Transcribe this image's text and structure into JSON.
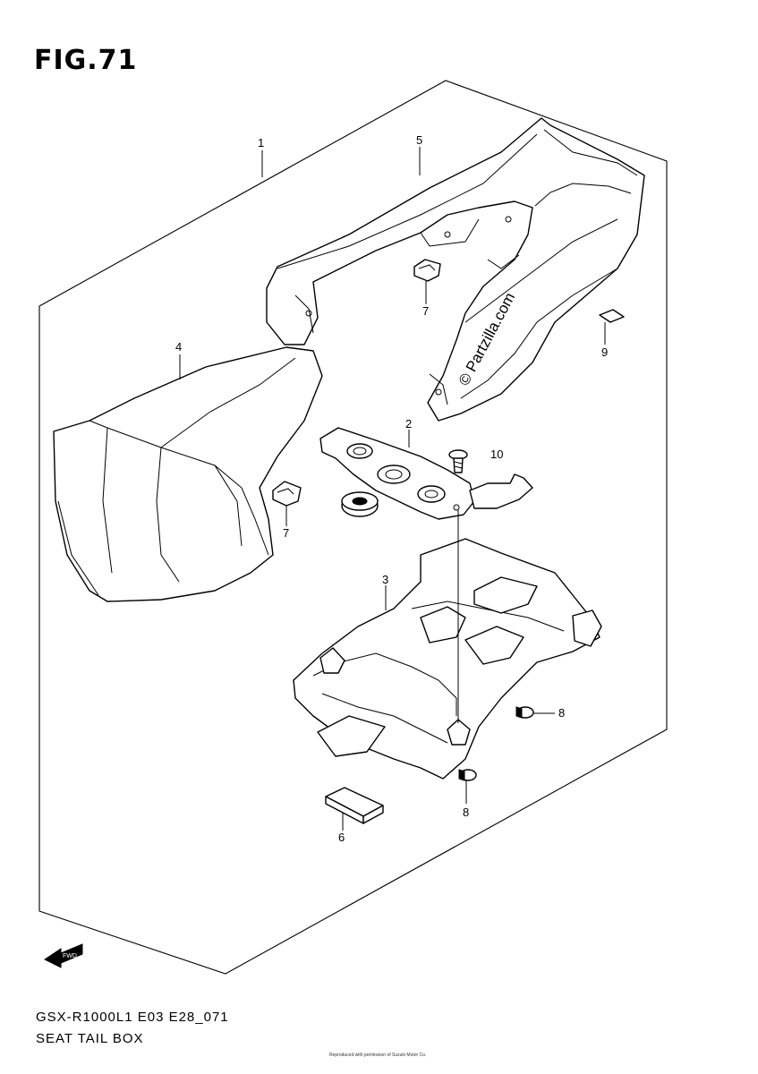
{
  "figure": {
    "title": "FIG.71",
    "footer_code": "GSX-R1000L1 E03 E28_071",
    "footer_name": "SEAT TAIL BOX",
    "watermark": "© Partzilla.com",
    "fwd_label": "FWD",
    "copyright": "Reproduced with permission of Suzuki Motor Co."
  },
  "callouts": [
    {
      "id": "1",
      "label": "1"
    },
    {
      "id": "5",
      "label": "5"
    },
    {
      "id": "7a",
      "label": "7"
    },
    {
      "id": "9",
      "label": "9"
    },
    {
      "id": "4",
      "label": "4"
    },
    {
      "id": "2",
      "label": "2"
    },
    {
      "id": "10",
      "label": "10"
    },
    {
      "id": "7b",
      "label": "7"
    },
    {
      "id": "3",
      "label": "3"
    },
    {
      "id": "8a",
      "label": "8"
    },
    {
      "id": "8b",
      "label": "8"
    },
    {
      "id": "6",
      "label": "6"
    }
  ]
}
